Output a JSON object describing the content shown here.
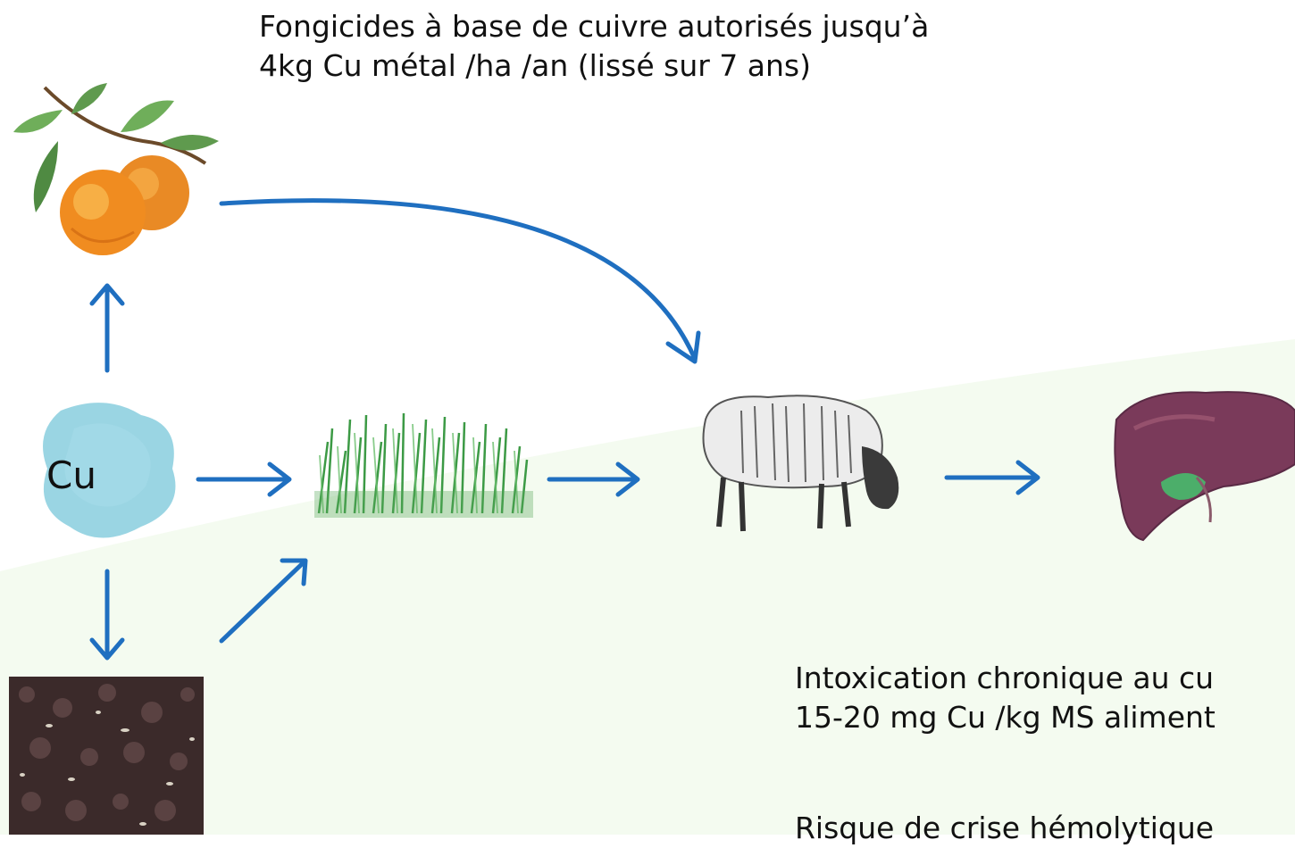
{
  "caption_top": {
    "line1": "Fongicides à base de cuivre autorisés jusqu’à",
    "line2": "4kg Cu métal /ha /an (lissé sur 7 ans)"
  },
  "caption_bottom": {
    "line1": "Intoxication chronique au cu",
    "line2": "15-20 mg Cu /kg MS aliment",
    "line3": "Risque de crise hémolytique"
  },
  "nodes": {
    "copper": {
      "label": "Cu",
      "icon": "copper-blob-icon",
      "color": "#8fd0e0"
    },
    "fruit": {
      "icon": "orange-fruit-icon"
    },
    "grass": {
      "icon": "grass-icon"
    },
    "sheep": {
      "icon": "sheep-icon"
    },
    "liver": {
      "icon": "liver-icon"
    },
    "soil": {
      "icon": "soil-icon"
    }
  },
  "colors": {
    "arrow": "#1f6fc0",
    "background_wash": "#f3fbef"
  }
}
